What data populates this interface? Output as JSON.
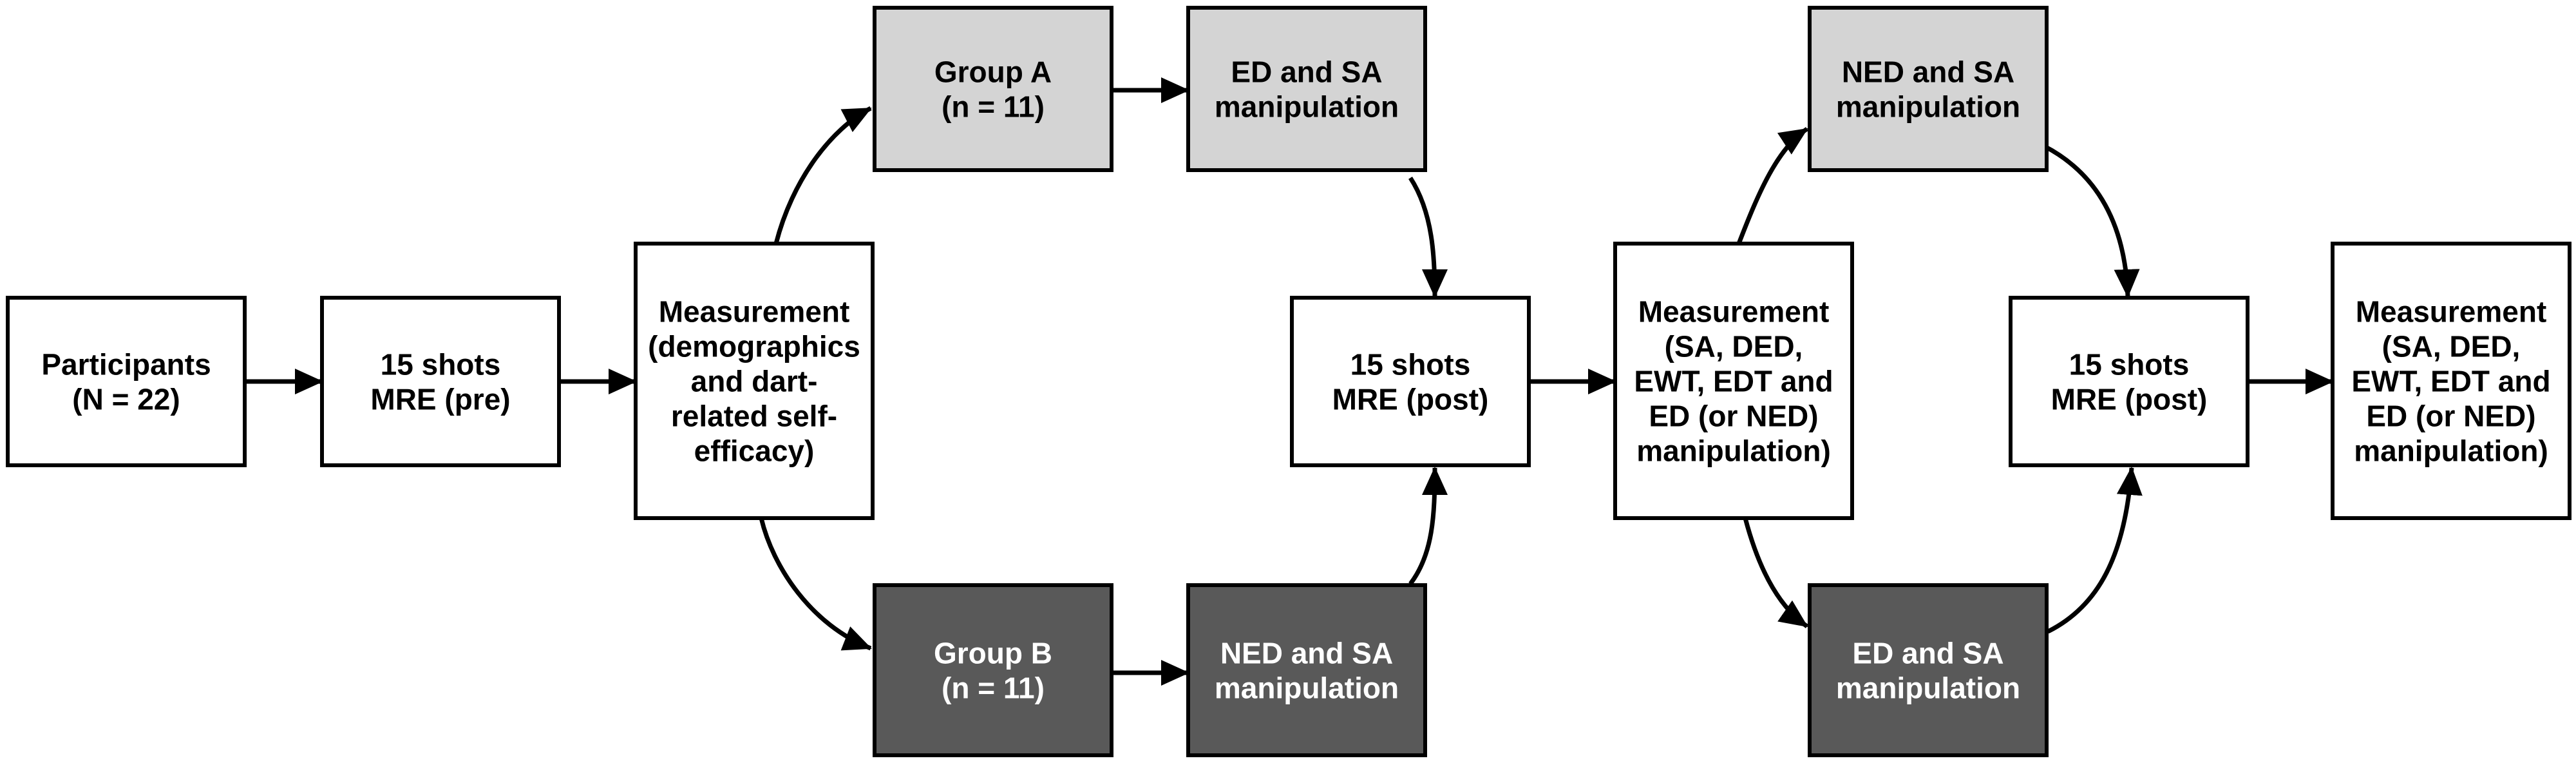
{
  "colors": {
    "white": "#ffffff",
    "light_gray": "#d4d4d4",
    "dark_gray": "#595959",
    "ink": "#000000",
    "inverse_ink": "#ffffff"
  },
  "nodes": [
    {
      "id": "participants",
      "lines": [
        "Participants",
        "(N = 22)"
      ],
      "fill": "white"
    },
    {
      "id": "pre-test",
      "lines": [
        "15 shots",
        "MRE (pre)"
      ],
      "fill": "white"
    },
    {
      "id": "measurement-1",
      "lines": [
        "Measurement",
        "(demographics",
        "and dart-",
        "related self-",
        "efficacy)"
      ],
      "fill": "white"
    },
    {
      "id": "group-a",
      "lines": [
        "Group A",
        "(n = 11)"
      ],
      "fill": "light_gray"
    },
    {
      "id": "group-b",
      "lines": [
        "Group B",
        "(n = 11)"
      ],
      "fill": "dark_gray"
    },
    {
      "id": "a-manip-1",
      "lines": [
        "ED and SA",
        "manipulation"
      ],
      "fill": "light_gray"
    },
    {
      "id": "b-manip-1",
      "lines": [
        "NED and SA",
        "manipulation"
      ],
      "fill": "dark_gray"
    },
    {
      "id": "post-test-1",
      "lines": [
        "15 shots",
        "MRE (post)"
      ],
      "fill": "white"
    },
    {
      "id": "measurement-2",
      "lines": [
        "Measurement",
        "(SA, DED,",
        "EWT, EDT and",
        "ED (or NED)",
        "manipulation)"
      ],
      "fill": "white"
    },
    {
      "id": "a-manip-2",
      "lines": [
        "NED and SA",
        "manipulation"
      ],
      "fill": "light_gray"
    },
    {
      "id": "b-manip-2",
      "lines": [
        "ED and SA",
        "manipulation"
      ],
      "fill": "dark_gray"
    },
    {
      "id": "post-test-2",
      "lines": [
        "15 shots",
        "MRE (post)"
      ],
      "fill": "white"
    },
    {
      "id": "measurement-3",
      "lines": [
        "Measurement",
        "(SA, DED,",
        "EWT, EDT and",
        "ED (or NED)",
        "manipulation)"
      ],
      "fill": "white"
    }
  ],
  "edges": [
    {
      "from": "participants",
      "to": "pre-test"
    },
    {
      "from": "pre-test",
      "to": "measurement-1"
    },
    {
      "from": "measurement-1",
      "to": "group-a"
    },
    {
      "from": "measurement-1",
      "to": "group-b"
    },
    {
      "from": "group-a",
      "to": "a-manip-1"
    },
    {
      "from": "group-b",
      "to": "b-manip-1"
    },
    {
      "from": "a-manip-1",
      "to": "post-test-1"
    },
    {
      "from": "b-manip-1",
      "to": "post-test-1"
    },
    {
      "from": "post-test-1",
      "to": "measurement-2"
    },
    {
      "from": "measurement-2",
      "to": "a-manip-2"
    },
    {
      "from": "measurement-2",
      "to": "b-manip-2"
    },
    {
      "from": "a-manip-2",
      "to": "post-test-2"
    },
    {
      "from": "b-manip-2",
      "to": "post-test-2"
    },
    {
      "from": "post-test-2",
      "to": "measurement-3"
    }
  ]
}
